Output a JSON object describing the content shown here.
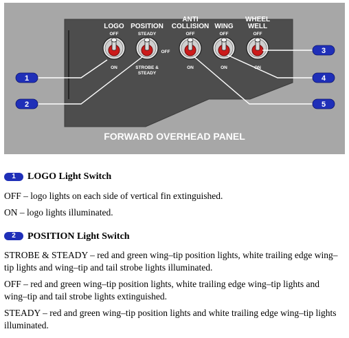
{
  "panel": {
    "title": "FORWARD OVERHEAD PANEL",
    "switches": [
      {
        "name_lines": [
          "LOGO"
        ],
        "top": "OFF",
        "right": "",
        "bottom_lines": [
          "ON"
        ]
      },
      {
        "name_lines": [
          "POSITION"
        ],
        "top": "STEADY",
        "right": "OFF",
        "bottom_lines": [
          "STROBE &",
          "STEADY"
        ]
      },
      {
        "name_lines": [
          "ANTI",
          "COLLISION"
        ],
        "top": "OFF",
        "right": "",
        "bottom_lines": [
          "ON"
        ]
      },
      {
        "name_lines": [
          "WING"
        ],
        "top": "OFF",
        "right": "",
        "bottom_lines": [
          "ON"
        ]
      },
      {
        "name_lines": [
          "WHEEL",
          "WELL"
        ],
        "top": "OFF",
        "right": "",
        "bottom_lines": [
          "ON"
        ]
      }
    ],
    "callouts": [
      "1",
      "2",
      "3",
      "4",
      "5"
    ],
    "colors": {
      "panel_bg": "#a7a7a7",
      "plate": "#4d4d4d",
      "callout": "#1f2fb8",
      "switch_red": "#cc1b1b"
    }
  },
  "sections": [
    {
      "number": "1",
      "title": "LOGO Light Switch",
      "paragraphs": [
        "OFF – logo lights on each side of vertical fin extinguished.",
        "ON – logo lights illuminated."
      ]
    },
    {
      "number": "2",
      "title": "POSITION Light Switch",
      "paragraphs": [
        "STROBE & STEADY – red and green wing–tip position lights, white trailing edge wing–tip lights and wing–tip and tail strobe lights illuminated.",
        "OFF – red and green wing–tip position lights, white trailing edge wing–tip lights and wing–tip and tail strobe lights extinguished.",
        "STEADY – red and green wing–tip position lights and white trailing edge wing–tip lights illuminated."
      ]
    }
  ]
}
